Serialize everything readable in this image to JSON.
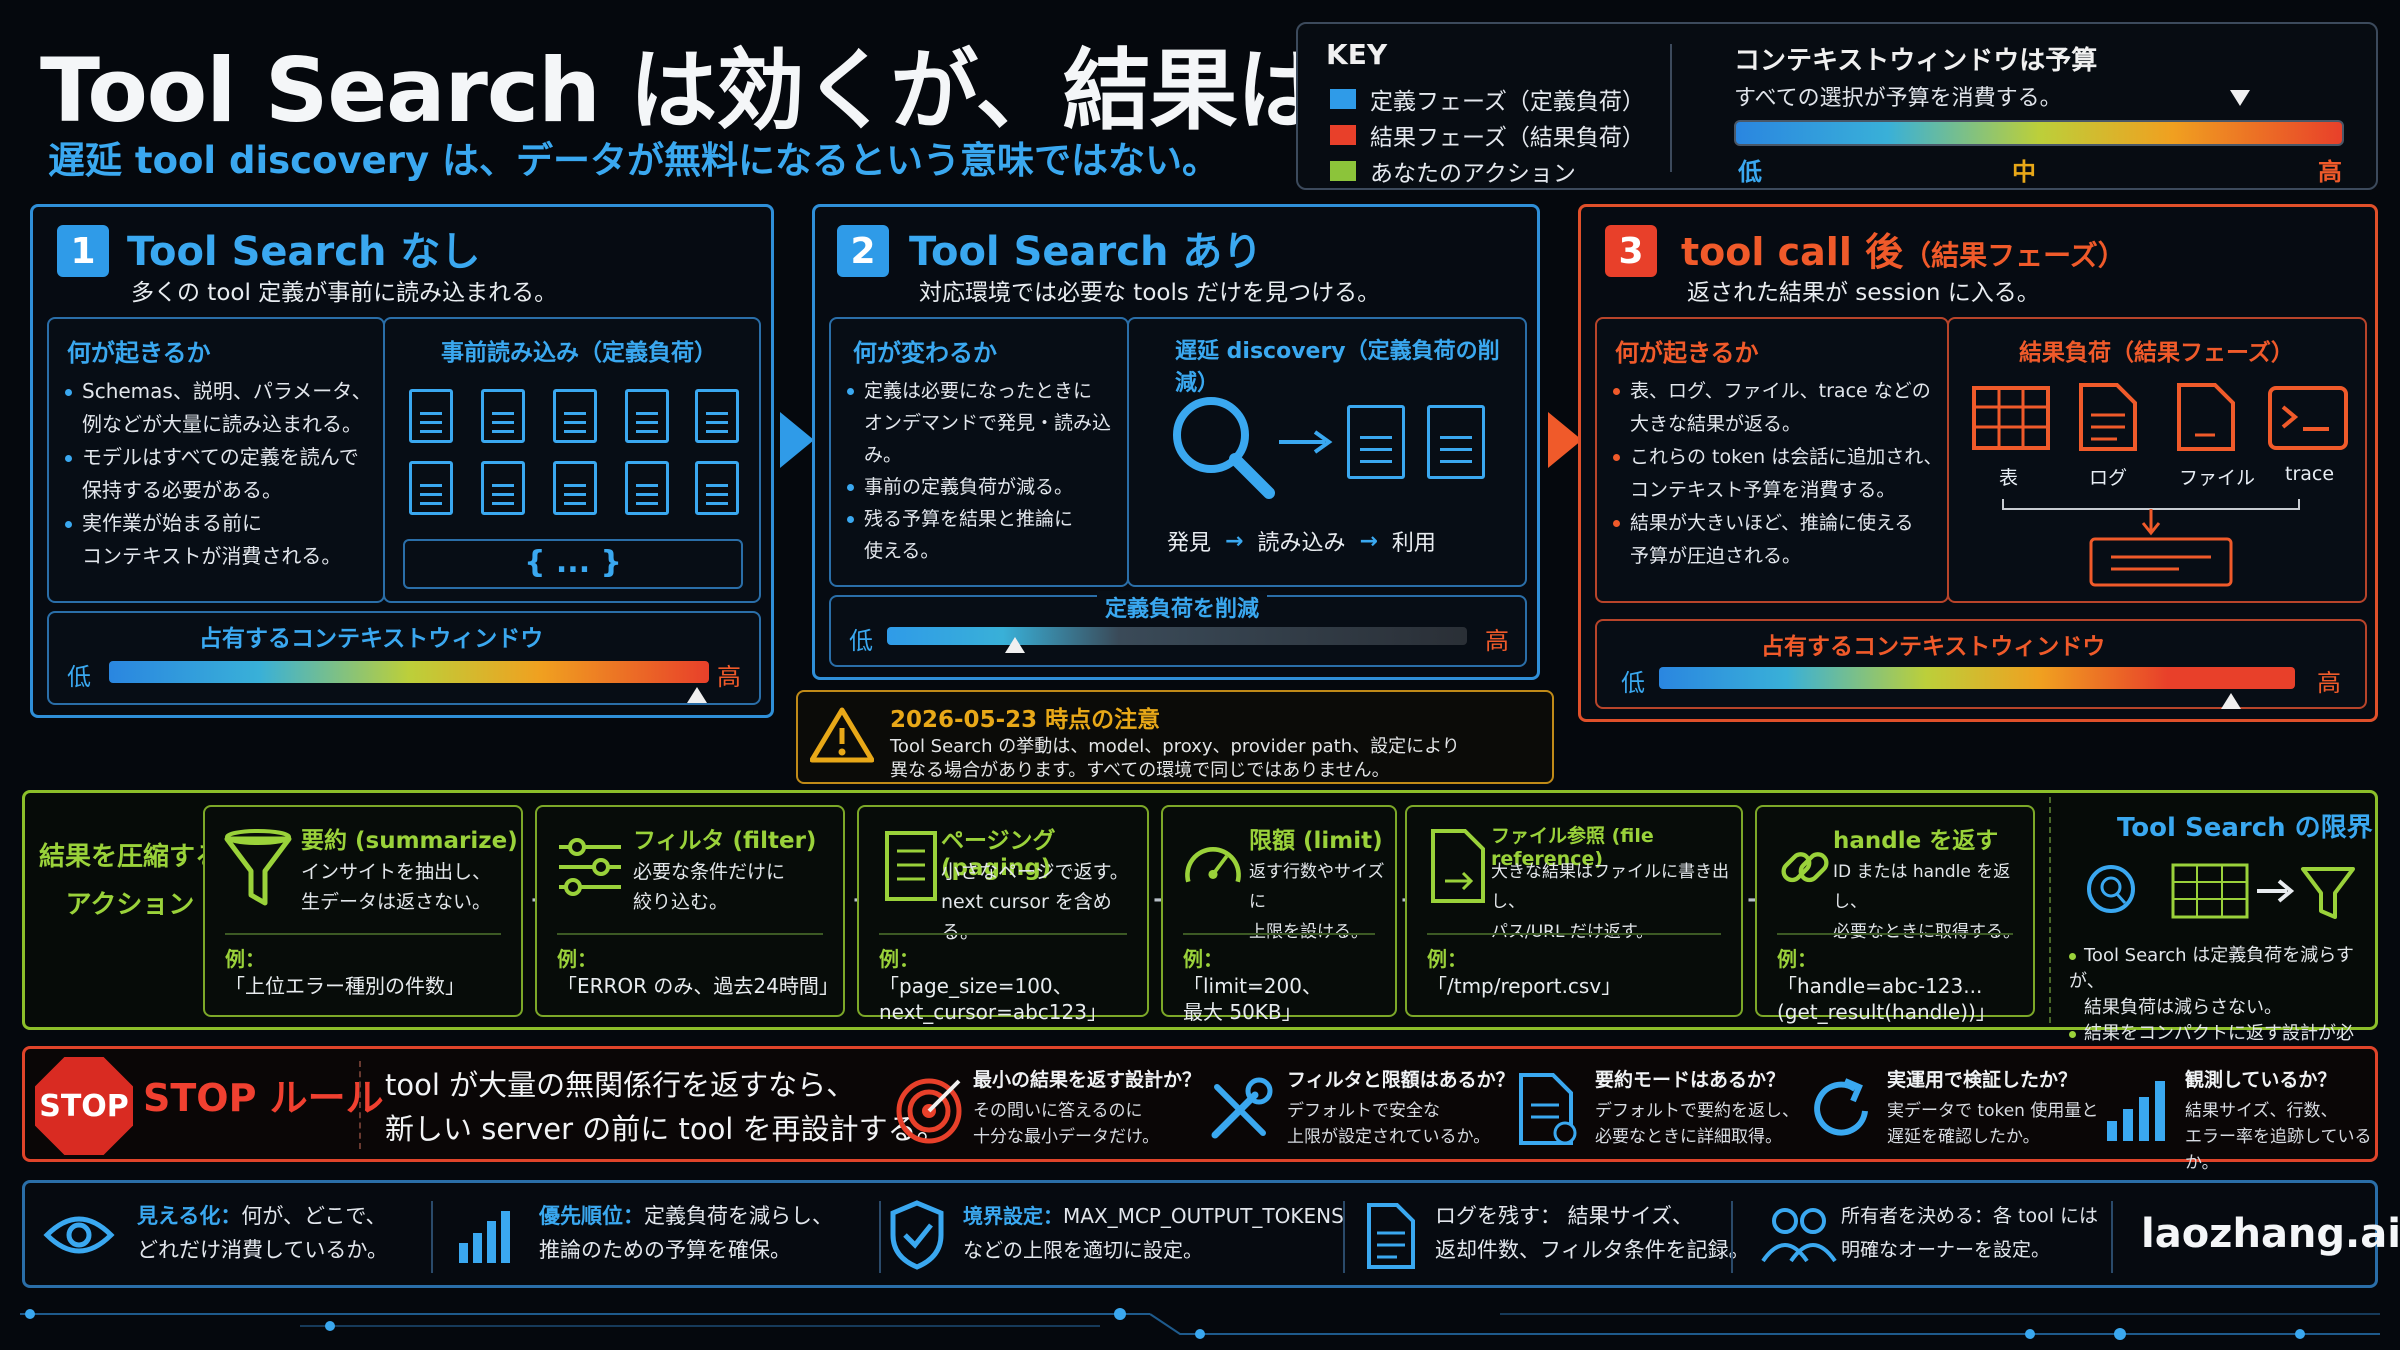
{
  "header": {
    "title": "Tool Search は効くが、結果は残る",
    "subtitle": "遅延 tool discovery は、データが無料になるという意味ではない。"
  },
  "key": {
    "title": "KEY",
    "items": [
      {
        "label": "定義フェーズ（定義負荷）",
        "color": "#2f9be8"
      },
      {
        "label": "結果フェーズ（結果負荷）",
        "color": "#e8402a"
      },
      {
        "label": "あなたのアクション",
        "color": "#8cc43a"
      }
    ],
    "context_title": "コンテキストウィンドウは予算",
    "context_sub": "すべての選択が予算を消費する。",
    "low": "低",
    "mid": "中",
    "high": "高"
  },
  "panel1": {
    "num": "1",
    "title": "Tool Search なし",
    "sub": "多くの tool 定義が事前に読み込まれる。",
    "left_head": "何が起きるか",
    "bullets": [
      "Schemas、説明、パラメータ、",
      "例などが大量に読み込まれる。",
      "モデルはすべての定義を読んで",
      "保持する必要がある。",
      "実作業が始まる前に",
      "コンテキストが消費される。"
    ],
    "right_head": "事前読み込み（定義負荷）",
    "braces": "{ ... }",
    "bar_title": "占有するコンテキストウィンドウ",
    "low": "低",
    "high": "高",
    "level": 0.98
  },
  "panel2": {
    "num": "2",
    "title": "Tool Search あり",
    "sub": "対応環境では必要な tools だけを見つける。",
    "left_head": "何が変わるか",
    "bullets": [
      "定義は必要になったときに",
      "オンデマンドで発見・読み込み。",
      "事前の定義負荷が減る。",
      "残る予算を結果と推論に",
      "使える。"
    ],
    "right_head": "遅延 discovery（定義負荷の削減）",
    "flow": [
      "発見",
      "読み込み",
      "利用"
    ],
    "bar_title": "定義負荷を削減",
    "low": "低",
    "high": "高",
    "level": 0.22
  },
  "panel3": {
    "num": "3",
    "title": "tool call 後",
    "title_suffix": "（結果フェーズ）",
    "sub": "返された結果が session に入る。",
    "left_head": "何が起きるか",
    "bullets": [
      "表、ログ、ファイル、trace などの",
      "大きな結果が返る。",
      "これらの token は会話に追加され、",
      "コンテキスト予算を消費する。",
      "結果が大きいほど、推論に使える",
      "予算が圧迫される。"
    ],
    "right_head": "結果負荷（結果フェーズ）",
    "icons": [
      "表",
      "ログ",
      "ファイル",
      "trace"
    ],
    "bar_title": "占有するコンテキストウィンドウ",
    "low": "低",
    "high": "高",
    "level": 0.9
  },
  "warning": {
    "title": "2026-05-23 時点の注意",
    "line1": "Tool Search の挙動は、model、proxy、provider path、設定により",
    "line2": "異なる場合があります。すべての環境で同じではありません。"
  },
  "compression": {
    "label1": "結果を圧縮する",
    "label2": "アクション",
    "example_label": "例：",
    "cards": [
      {
        "title": "要約 (summarize)",
        "d1": "インサイトを抽出し、",
        "d2": "生データは返さない。",
        "e1": "「上位エラー種別の件数」",
        "e2": ""
      },
      {
        "title": "フィルタ (filter)",
        "d1": "必要な条件だけに",
        "d2": "絞り込む。",
        "e1": "「ERROR のみ、過去24時間」",
        "e2": ""
      },
      {
        "title": "ページング (paging)",
        "d1": "小さなページで返す。",
        "d2": "next cursor を含める。",
        "e1": "「page_size=100、",
        "e2": "next_cursor=abc123」"
      },
      {
        "title": "限額 (limit)",
        "d1": "返す行数やサイズに",
        "d2": "上限を設ける。",
        "e1": "「limit=200、",
        "e2": "最大 50KB」"
      },
      {
        "title": "ファイル参照 (file reference)",
        "d1": "大きな結果はファイルに書き出し、",
        "d2": "パス/URL だけ返す。",
        "e1": "「/tmp/report.csv」",
        "e2": ""
      },
      {
        "title": "handle を返す",
        "d1": "ID または handle を返し、",
        "d2": "必要なときに取得する。",
        "e1": "「handle=abc-123...",
        "e2": "(get_result(handle))」"
      }
    ],
    "limits_title": "Tool Search の限界",
    "limits_b1a": "Tool Search は定義負荷を減らすが、",
    "limits_b1b": "結果負荷は減らさない。",
    "limits_b2": "結果をコンパクトに返す設計が必要。"
  },
  "stop": {
    "sign": "STOP",
    "title": "STOP ルール",
    "line1": "tool が大量の無関係行を返すなら、",
    "line2": "新しい server の前に tool を再設計する。",
    "questions": [
      {
        "t": "最小の結果を返す設計か？",
        "d1": "その問いに答えるのに",
        "d2": "十分な最小データだけ。"
      },
      {
        "t": "フィルタと限額はあるか？",
        "d1": "デフォルトで安全な",
        "d2": "上限が設定されているか。"
      },
      {
        "t": "要約モードはあるか？",
        "d1": "デフォルトで要約を返し、",
        "d2": "必要なときに詳細取得。"
      },
      {
        "t": "実運用で検証したか？",
        "d1": "実データで token 使用量と",
        "d2": "遅延を確認したか。"
      },
      {
        "t": "観測しているか？",
        "d1": "結果サイズ、行数、",
        "d2": "エラー率を追跡しているか。"
      }
    ]
  },
  "bottom": {
    "items": [
      {
        "b": "見える化：",
        "t1": "何が、どこで、",
        "t2": "どれだけ消費しているか。"
      },
      {
        "b": "優先順位：",
        "t1": "定義負荷を減らし、",
        "t2": "推論のための予算を確保。"
      },
      {
        "b": "境界設定：",
        "t1": "MAX_MCP_OUTPUT_TOKENS",
        "t2": "などの上限を適切に設定。"
      },
      {
        "b": "",
        "t1": "ログを残す： 結果サイズ、",
        "t2": "返却件数、フィルタ条件を記録。"
      },
      {
        "b": "",
        "t1": "所有者を決める：各 tool には",
        "t2": "明確なオーナーを設定。"
      }
    ],
    "brand": "laozhang.ai"
  }
}
